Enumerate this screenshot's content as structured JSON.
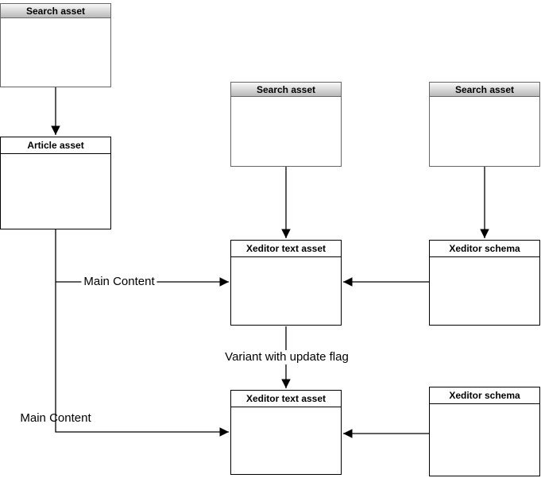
{
  "diagram": {
    "boxes": [
      {
        "id": "search-asset-top-left",
        "label": "Search asset",
        "style": "gradient"
      },
      {
        "id": "article-asset",
        "label": "Article asset",
        "style": "plain"
      },
      {
        "id": "search-asset-middle",
        "label": "Search asset",
        "style": "gradient"
      },
      {
        "id": "search-asset-right",
        "label": "Search asset",
        "style": "gradient"
      },
      {
        "id": "xeditor-text-asset-1",
        "label": "Xeditor text asset",
        "style": "plain"
      },
      {
        "id": "xeditor-schema-1",
        "label": "Xeditor schema",
        "style": "plain"
      },
      {
        "id": "xeditor-text-asset-2",
        "label": "Xeditor text asset",
        "style": "plain"
      },
      {
        "id": "xeditor-schema-2",
        "label": "Xeditor schema",
        "style": "plain"
      }
    ],
    "edge_labels": [
      {
        "id": "main-content-upper",
        "text": "Main Content"
      },
      {
        "id": "variant-update-flag",
        "text": "Variant with update flag"
      },
      {
        "id": "main-content-lower",
        "text": "Main Content"
      }
    ],
    "colors": {
      "gradient_header_top": "#f9f9f9",
      "gradient_header_bottom": "#b9b9b9",
      "gradient_box_border": "#666666",
      "plain_box_border": "#000000",
      "box_fill": "#ffffff",
      "connector": "#000000",
      "background": "#ffffff"
    }
  }
}
